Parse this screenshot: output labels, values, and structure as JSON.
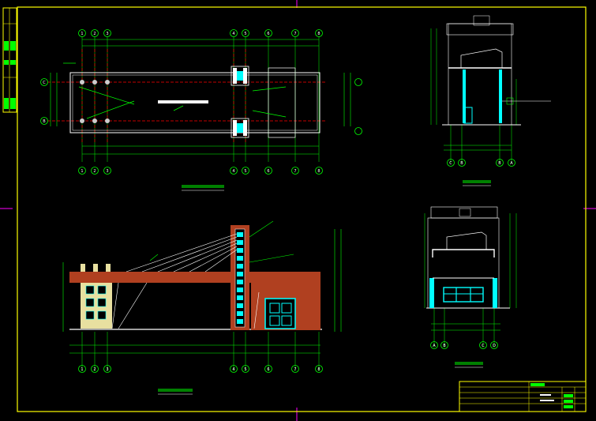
{
  "colors": {
    "background": "#000000",
    "border": "#ffff00",
    "structure": "#ffffff",
    "dimension": "#00ff00",
    "axis": "#ff0000",
    "brick": "#b04020",
    "glass": "#00ffff",
    "crosshair": "#ff00ff"
  },
  "grid_top": [
    "1",
    "2",
    "3",
    "4",
    "5",
    "6",
    "7",
    "8"
  ],
  "grid_elev": [
    "1",
    "2",
    "3",
    "4",
    "5",
    "6",
    "7",
    "8"
  ],
  "grid_side": [
    "C",
    "B"
  ],
  "grid_section_a": [
    "C",
    "B",
    "B",
    "A"
  ],
  "grid_section_b": [
    "A",
    "B",
    "C",
    "D"
  ],
  "titles": {
    "plan": "",
    "elevation": "",
    "section_1": "",
    "section_2": ""
  }
}
